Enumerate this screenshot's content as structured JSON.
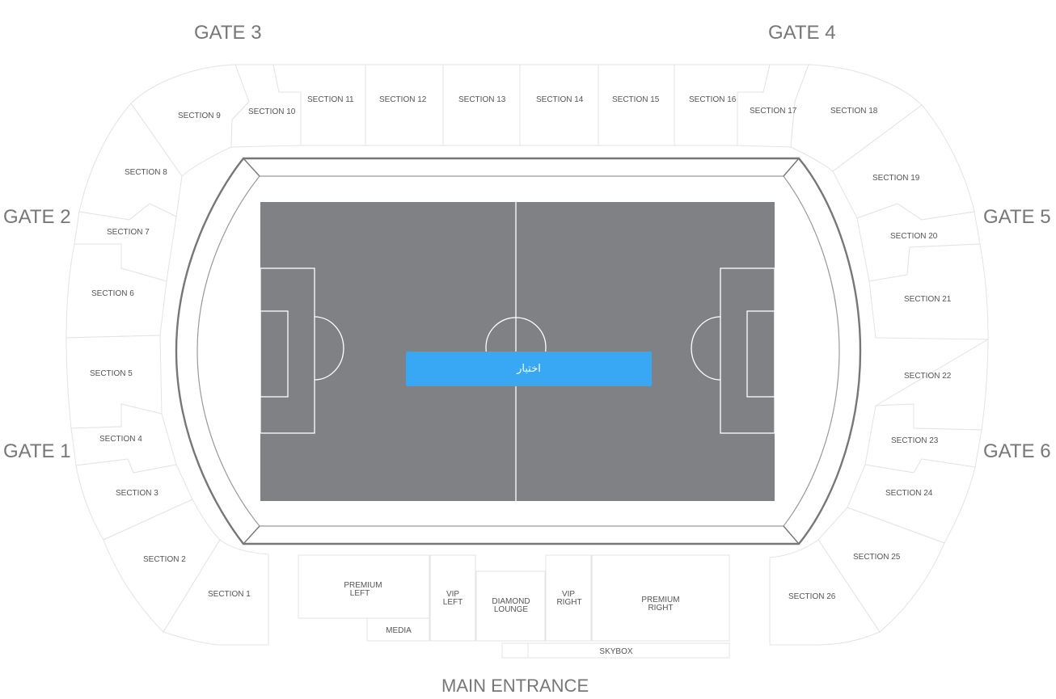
{
  "gates": {
    "gate1": "GATE 1",
    "gate2": "GATE 2",
    "gate3": "GATE 3",
    "gate4": "GATE 4",
    "gate5": "GATE 5",
    "gate6": "GATE 6",
    "main": "MAIN ENTRANCE"
  },
  "sections": {
    "s1": "SECTION 1",
    "s2": "SECTION 2",
    "s3": "SECTION 3",
    "s4": "SECTION 4",
    "s5": "SECTION 5",
    "s6": "SECTION 6",
    "s7": "SECTION 7",
    "s8": "SECTION 8",
    "s9": "SECTION 9",
    "s10": "SECTION 10",
    "s11": "SECTION 11",
    "s12": "SECTION 12",
    "s13": "SECTION 13",
    "s14": "SECTION 14",
    "s15": "SECTION 15",
    "s16": "SECTION 16",
    "s17": "SECTION 17",
    "s18": "SECTION 18",
    "s19": "SECTION 19",
    "s20": "SECTION 20",
    "s21": "SECTION 21",
    "s22": "SECTION 22",
    "s23": "SECTION 23",
    "s24": "SECTION 24",
    "s25": "SECTION 25",
    "s26": "SECTION 26"
  },
  "zones": {
    "premium_left_1": "PREMIUM",
    "premium_left_2": "LEFT",
    "media": "MEDIA",
    "vip_left_1": "VIP",
    "vip_left_2": "LEFT",
    "diamond_1": "DIAMOND",
    "diamond_2": "LOUNGE",
    "vip_right_1": "VIP",
    "vip_right_2": "RIGHT",
    "premium_right_1": "PREMIUM",
    "premium_right_2": "RIGHT",
    "skybox": "SKYBOX"
  },
  "select_button": "اختيار",
  "colors": {
    "pitch": "#808184",
    "button": "#38a8f4",
    "section_border": "#e3e3e3",
    "gate_text": "#777777"
  }
}
